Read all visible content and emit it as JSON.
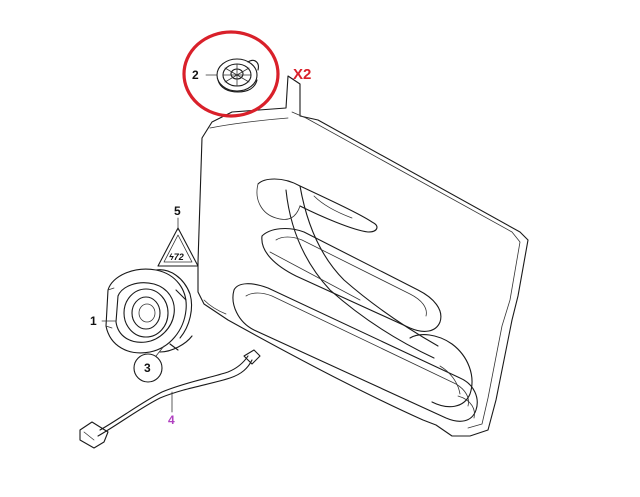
{
  "diagram": {
    "parts": [
      {
        "number": "1",
        "name": "speaker"
      },
      {
        "number": "2",
        "name": "tweeter"
      },
      {
        "number": "3",
        "name": "retaining-nut"
      },
      {
        "number": "4",
        "name": "cable"
      },
      {
        "number": "5",
        "name": "warning-label"
      }
    ],
    "quantity_note": "X2",
    "warning_symbol_text": "ϟ72",
    "colors": {
      "line": "#1a1a1a",
      "highlight_circle": "#d9202a",
      "quantity_text": "#d9202a",
      "part4_label": "#b040c0"
    }
  }
}
